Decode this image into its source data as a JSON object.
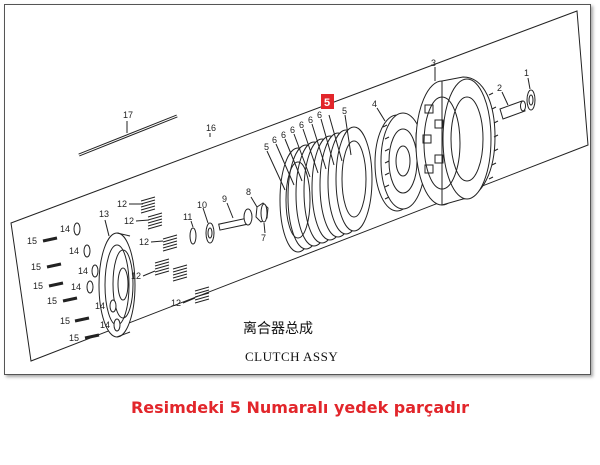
{
  "diagram": {
    "title_cn": "离合器总成",
    "title_en": "CLUTCH ASSY",
    "highlighted_part": "5",
    "highlight_color": "#e2262b",
    "part_labels": {
      "p1": "1",
      "p2": "2",
      "p3": "3",
      "p4": "4",
      "p5a": "5",
      "p5b": "5",
      "p6a": "6",
      "p6b": "6",
      "p6c": "6",
      "p6d": "6",
      "p6e": "6",
      "p6f": "6",
      "p7": "7",
      "p8": "8",
      "p9": "9",
      "p10": "10",
      "p11": "11",
      "p12a": "12",
      "p12b": "12",
      "p12c": "12",
      "p12d": "12",
      "p12e": "12",
      "p13": "13",
      "p14a": "14",
      "p14b": "14",
      "p14c": "14",
      "p14d": "14",
      "p14e": "14",
      "p14f": "14",
      "p15a": "15",
      "p15b": "15",
      "p15c": "15",
      "p15d": "15",
      "p15e": "15",
      "p15f": "15",
      "p16": "16",
      "p17": "17"
    }
  },
  "caption": "Resimdeki 5 Numaralı yedek parçadır"
}
